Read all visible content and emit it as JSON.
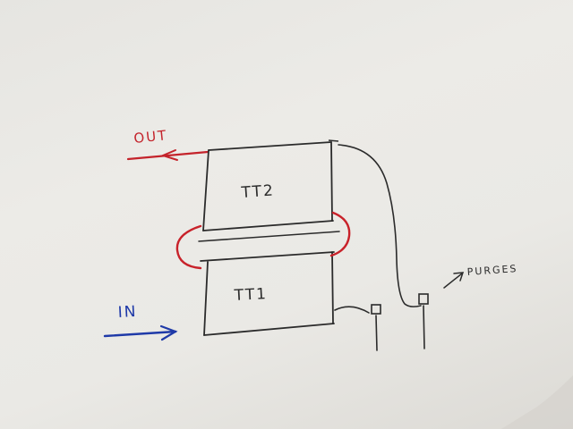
{
  "labels": {
    "out": "OUT",
    "in": "IN",
    "tank_top": "TT2",
    "tank_bottom": "TT1",
    "purges": "PURGES"
  },
  "colors": {
    "paper": "#e9e8e4",
    "ink": "#2b2b2b",
    "out_arrow": "#c4232b",
    "in_arrow": "#1f3aa8",
    "connector": "#c8222a"
  }
}
